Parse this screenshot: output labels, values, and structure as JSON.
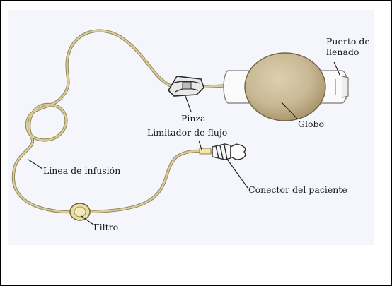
{
  "colors": {
    "panel": "#f4f6fb",
    "tube": "#d8cc9a",
    "tube_outline": "#8b8052",
    "globe_fill": "#c9b995",
    "globe_shade": "#a8946a",
    "leader": "#1a1a1a"
  },
  "labels": {
    "fill_port": [
      "Puerto de",
      "llenado"
    ],
    "clamp": "Pinza",
    "globe": "Globo",
    "flow_limiter": "Limitador de flujo",
    "infusion_line": "Línea de infusión",
    "patient_connector": "Conector del paciente",
    "filter": "Filtro"
  }
}
